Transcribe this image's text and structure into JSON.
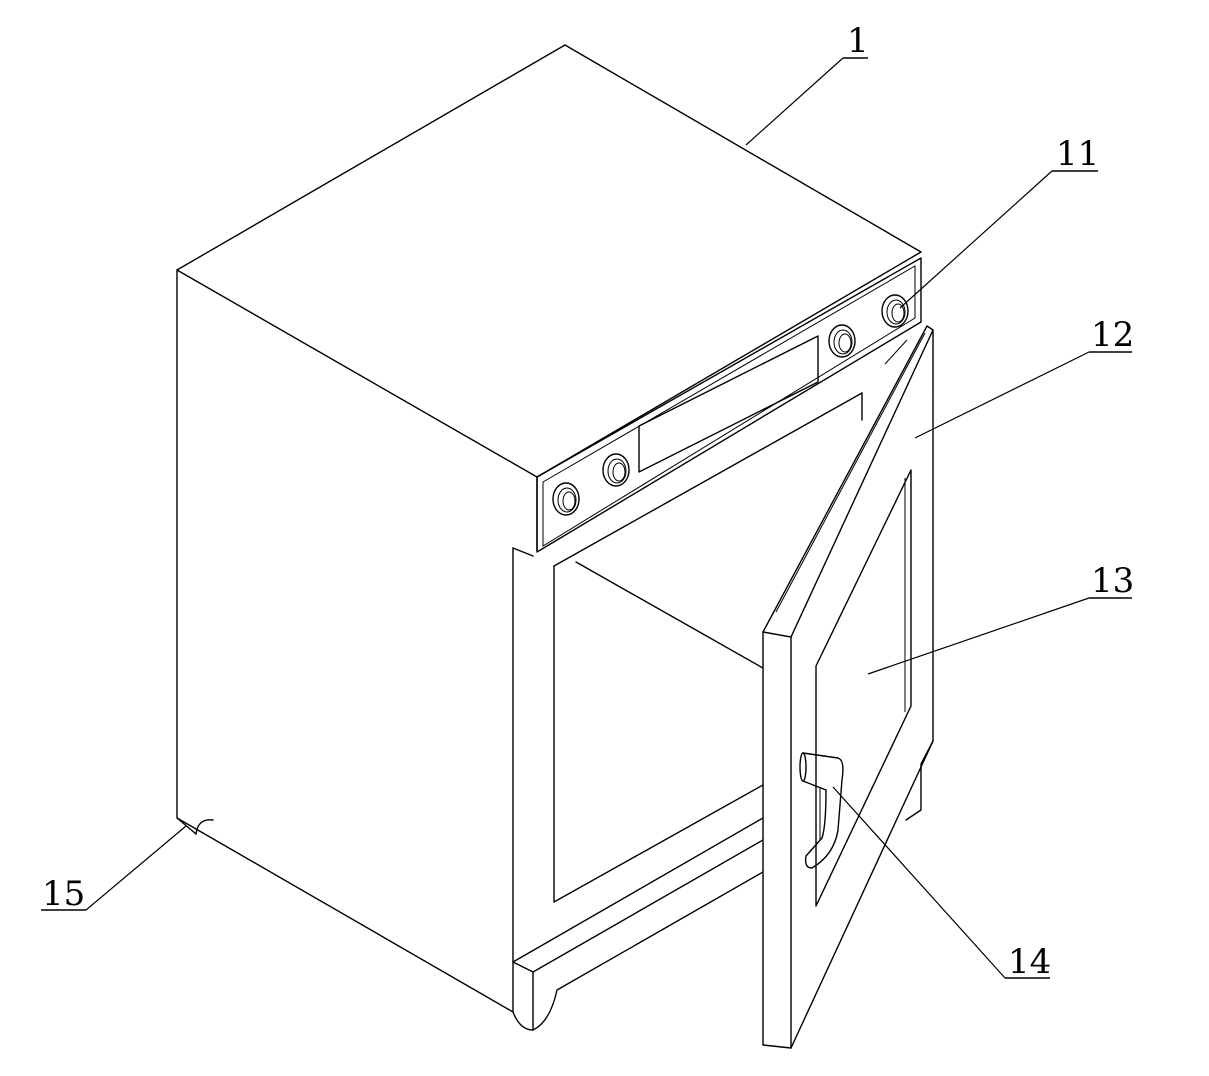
{
  "figure": {
    "description_colors": {
      "line": "#000000",
      "background": "#ffffff"
    }
  },
  "labels": {
    "cabinet": "1",
    "control_knob": "11",
    "door": "12",
    "window": "13",
    "handle": "14",
    "foot": "15"
  }
}
